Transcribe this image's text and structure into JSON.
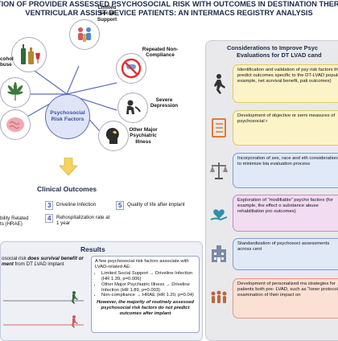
{
  "title": {
    "line1": "ATION OF PROVIDER ASSESSED PSYCHOSOCIAL RISK WITH OUTCOMES IN DESTINATION THERAPY",
    "line2": "VENTRICULAR ASSIST DEVICE PATIENTS: AN INTERMACS REGISTRY ANALYSIS"
  },
  "risk_factors": {
    "hub": "Psychosocial Risk Factors",
    "alcohol": "cohol\nbuse",
    "limited_support": "Limited Social Support",
    "noncompliance": "Repeated Non-Compliance",
    "depression": "Severe Depression",
    "psychiatric": "Other Major Psychiatric Illness"
  },
  "outcomes": {
    "heading": "Clinical Outcomes",
    "hrae_label": "bility Related\nts (HRAE)",
    "items": [
      {
        "num": "3",
        "text": "Driveline Infection"
      },
      {
        "num": "4",
        "text": "Rehospitalization rate at 1 year"
      },
      {
        "num": "5",
        "text": "Quality of life after implant"
      }
    ]
  },
  "results": {
    "heading": "Results",
    "left_text_1": "osocial risk ",
    "left_text_bold": "does survival benefit or ment",
    "left_text_2": " from DT LVAD implant",
    "ae_intro": "A few psychosocial risk factors associate with LVAD-related AE:",
    "ae_items": [
      "Limited Social Support → Driveline Infection (HR 1.39, p=0.006)",
      "Other Major Psychiatric Illness → Driveline Infection (HR 1.89, p=0.003)",
      "Non-compliance → HRAE (HR 1.20, p=0.04)"
    ],
    "ae_conclusion": "However, the majority of routinely assessed psychosocial risk factors do not predict outcomes after implant"
  },
  "considerations": {
    "heading_line1": "Considerations to Improve Psyc",
    "heading_line2": "Evaluations for DT LVAD cand",
    "items": [
      {
        "text": "Identification and validation of psy risk factors that predict outcomes specific to the DT-LVAD populati example, net survival benefit, pati outcomes)",
        "bg": "#fdf3c8",
        "border": "#e6c85a",
        "icon": "running-person-icon"
      },
      {
        "text": "Development of objective or semi measures of psychosocial r",
        "bg": "#fdf3c8",
        "border": "#e6c85a",
        "icon": "checklist-icon"
      },
      {
        "text": "Incorporation of sex, race and eth considerations to minimize bia evaluation process",
        "bg": "#dfe9f7",
        "border": "#7d9fd3",
        "icon": "scale-icon"
      },
      {
        "text": "Exploration of \"modifiable\" psycho factors (for example, the effect o substance abuse rehabilitation pro outcomes)",
        "bg": "#f1dcf1",
        "border": "#c48bc4",
        "icon": "heart-hand-icon"
      },
      {
        "text": "Standardization of psychosoci assessments across cent",
        "bg": "#dfe9f7",
        "border": "#7d9fd3",
        "icon": "hospital-icon"
      },
      {
        "text": "Development of personalized ma strategies for patients both pre- LVAD, such as \"loner protocol examination of their impact on",
        "bg": "#fbe0d4",
        "border": "#e19b7a",
        "icon": "people-group-icon"
      }
    ]
  },
  "colors": {
    "title": "#1b2a4a",
    "hub": "#3a4fa0",
    "arrow": "#f4d35e"
  }
}
